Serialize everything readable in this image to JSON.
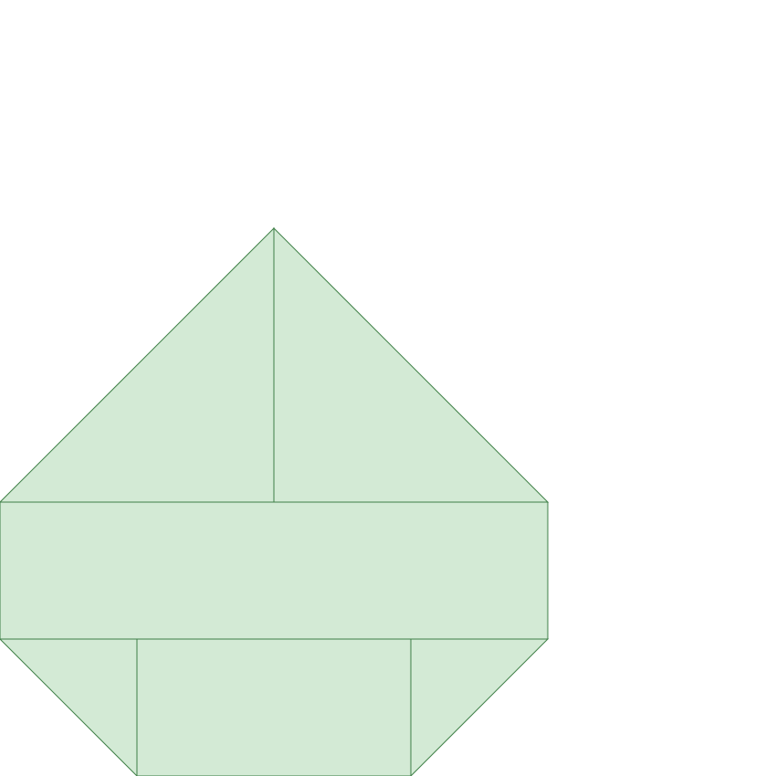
{
  "diagram": {
    "background": "#ffffff",
    "fill_color": "#d3ead5",
    "stroke_color": "#3e7f46",
    "piece_count": 6,
    "pieces": [
      {
        "name": "top-left-triangle",
        "shape": "triangle"
      },
      {
        "name": "top-right-triangle",
        "shape": "triangle"
      },
      {
        "name": "middle-rectangle",
        "shape": "rectangle"
      },
      {
        "name": "bottom-left-triangle",
        "shape": "triangle"
      },
      {
        "name": "bottom-center-square",
        "shape": "square"
      },
      {
        "name": "bottom-right-triangle",
        "shape": "triangle"
      }
    ]
  }
}
